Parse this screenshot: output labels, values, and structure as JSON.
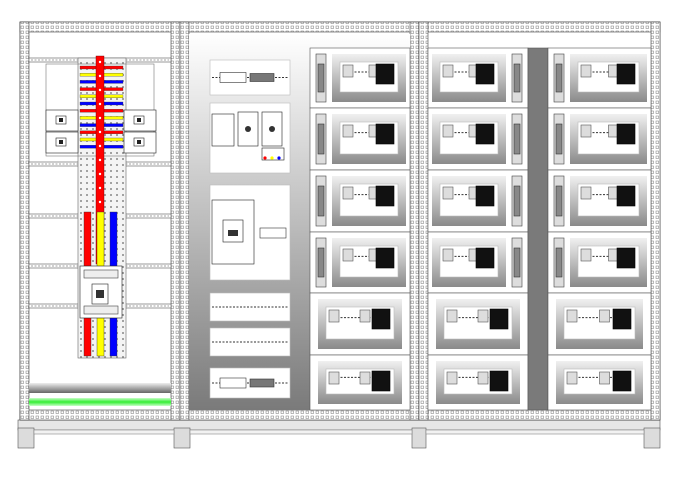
{
  "diagram": {
    "cabinets": [
      {
        "role": "busbar-and-incomer-section"
      },
      {
        "role": "distribution-section"
      },
      {
        "role": "outgoing-feeder-section"
      }
    ],
    "colors": {
      "phase_l1": "#ff0000",
      "phase_l2": "#ffff00",
      "phase_l3": "#0000ff",
      "earth_bar": "#33ee33",
      "frame": "#555555",
      "panel_dark": "#888888",
      "panel_light": "#ffffff"
    }
  }
}
